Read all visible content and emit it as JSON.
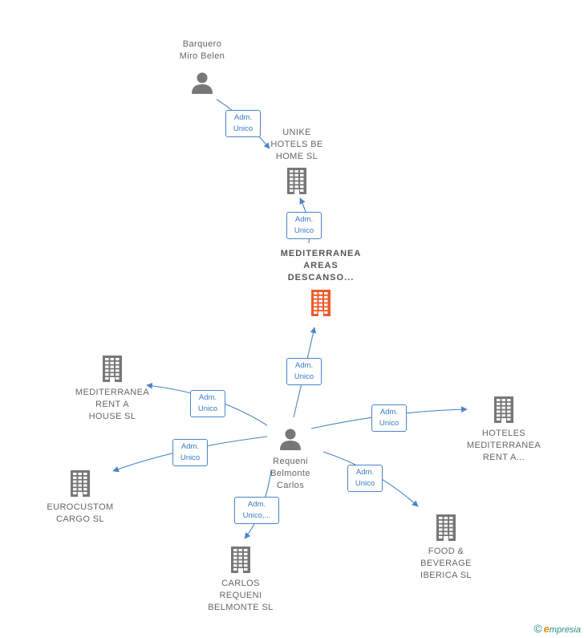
{
  "colors": {
    "edge": "#4a86c8",
    "person_icon": "#777777",
    "building_icon": "#777777",
    "focus_building": "#f05a28"
  },
  "nodes": [
    {
      "id": "barquero",
      "label": "Barquero\nMiro Belen",
      "type": "person"
    },
    {
      "id": "unike",
      "label": "UNIKE\nHOTELS BE\nHOME  SL",
      "type": "building"
    },
    {
      "id": "mediterranea_areas",
      "label": "MEDITERRANEA\nAREAS\nDESCANSO...",
      "type": "building-focus"
    },
    {
      "id": "med_rent_house",
      "label": "MEDITERRANEA\nRENT A\nHOUSE  SL",
      "type": "building"
    },
    {
      "id": "requeni",
      "label": "Requeni\nBelmonte\nCarlos",
      "type": "person"
    },
    {
      "id": "hoteles_med",
      "label": "HOTELES\nMEDITERRANEA\nRENT A...",
      "type": "building"
    },
    {
      "id": "eurocustom",
      "label": "EUROCUSTOM\nCARGO SL",
      "type": "building"
    },
    {
      "id": "food_beverage",
      "label": "FOOD &\nBEVERAGE\nIBERICA  SL",
      "type": "building"
    },
    {
      "id": "carlos_requeni",
      "label": "CARLOS\nREQUENI\nBELMONTE  SL",
      "type": "building"
    }
  ],
  "edges": [
    {
      "id": "e1",
      "from": "barquero",
      "to": "unike",
      "label": "Adm.\nUnico"
    },
    {
      "id": "e2",
      "from": "mediterranea_areas",
      "to": "unike",
      "label": "Adm.\nUnico"
    },
    {
      "id": "e3",
      "from": "requeni",
      "to": "mediterranea_areas",
      "label": "Adm.\nUnico"
    },
    {
      "id": "e4",
      "from": "requeni",
      "to": "med_rent_house",
      "label": "Adm.\nUnico"
    },
    {
      "id": "e5",
      "from": "requeni",
      "to": "hoteles_med",
      "label": "Adm.\nUnico"
    },
    {
      "id": "e6",
      "from": "requeni",
      "to": "eurocustom",
      "label": "Adm.\nUnico"
    },
    {
      "id": "e7",
      "from": "requeni",
      "to": "food_beverage",
      "label": "Adm.\nUnico"
    },
    {
      "id": "e8",
      "from": "requeni",
      "to": "carlos_requeni",
      "label": "Adm.\nUnico,..."
    }
  ],
  "brand": {
    "copyright": "©",
    "e_letter": "e",
    "name": "mpresia"
  }
}
